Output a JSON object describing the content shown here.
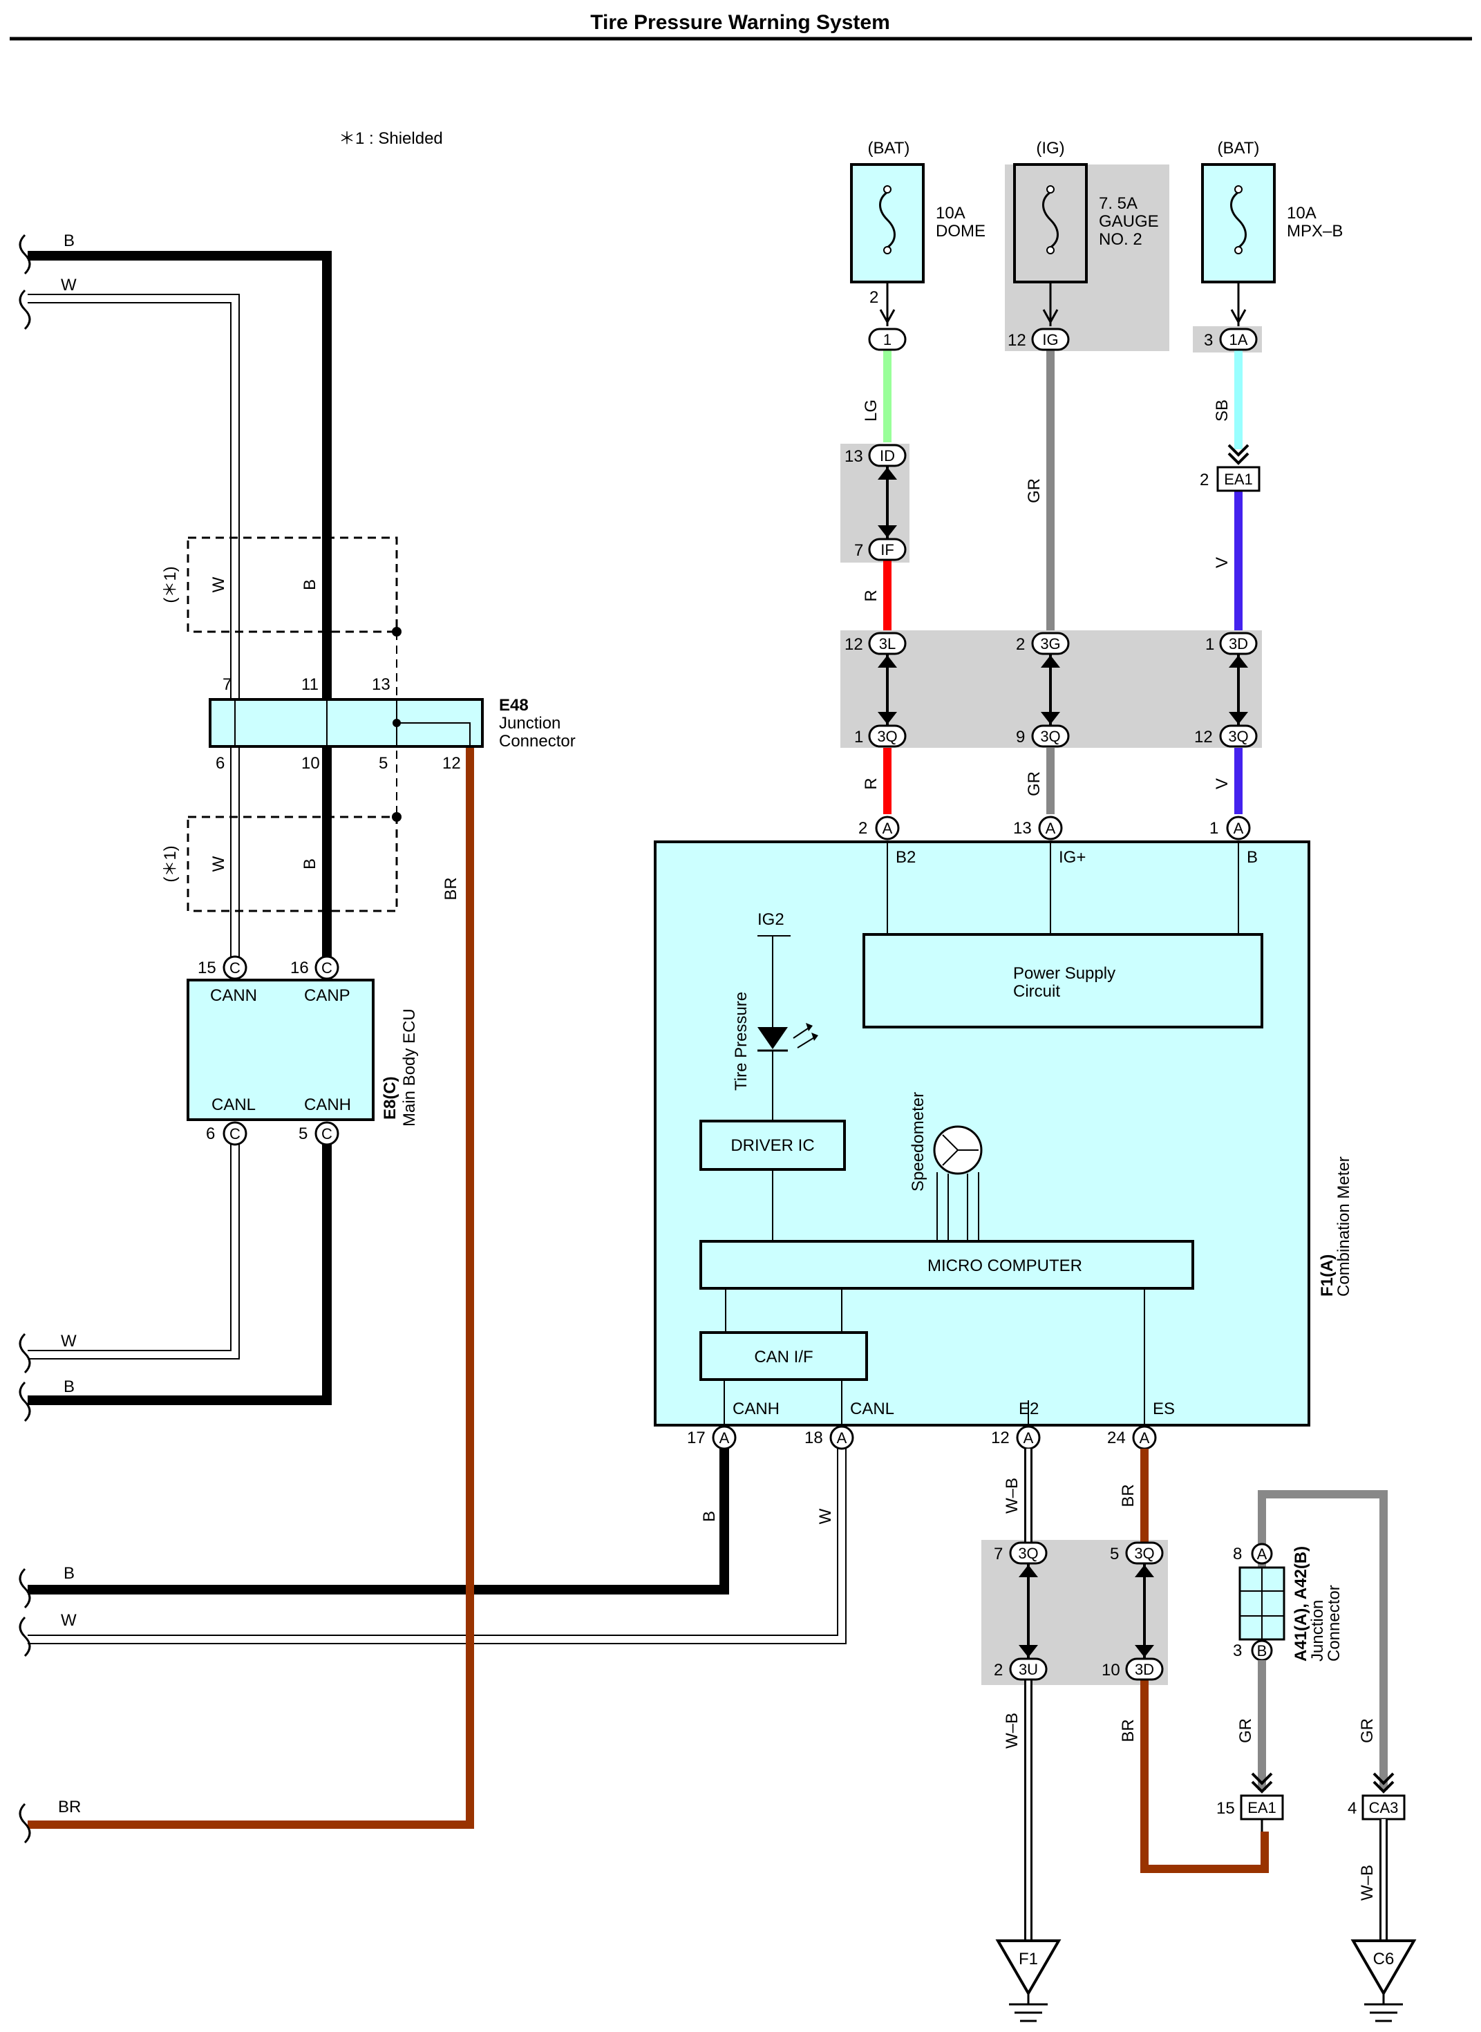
{
  "title": "Tire Pressure Warning System",
  "note": "＊1 : Shielded",
  "colors": {
    "black": "#000000",
    "white": "#ffffff",
    "brown": "#993300",
    "light_green": "#99ff99",
    "red": "#ff0000",
    "gray": "#888888",
    "sky_blue": "#99ffff",
    "violet": "#4422ee",
    "box_fill": "#ccffff",
    "connector_bg": "#d2d2d2"
  },
  "fuses": [
    {
      "supply": "(BAT)",
      "rating": "10A",
      "name": "DOME",
      "pin": "2",
      "connector": "1"
    },
    {
      "supply": "(IG)",
      "rating": "7. 5A",
      "name": "GAUGE",
      "name2": "NO. 2",
      "pin": "12",
      "connector": "IG"
    },
    {
      "supply": "(BAT)",
      "rating": "10A",
      "name": "MPX–B",
      "pin": "3",
      "connector": "1A"
    }
  ],
  "left_wires": {
    "top_b": "B",
    "top_w": "W",
    "mid_w": "W",
    "mid_b": "B",
    "low_b": "B",
    "low_w": "W",
    "br": "BR"
  },
  "shielded": {
    "label": "(＊1)",
    "w": "W",
    "b": "B"
  },
  "e48": {
    "code": "E48",
    "name1": "Junction",
    "name2": "Connector",
    "pins_top": [
      "7",
      "11",
      "13"
    ],
    "pins_bottom": [
      "6",
      "10",
      "5",
      "12"
    ],
    "wire": "BR"
  },
  "e8": {
    "code": "E8(C)",
    "name": "Main Body ECU",
    "pin_canm": "15",
    "pin_canp": "16",
    "pin_canl": "6",
    "pin_canh": "5",
    "conn": "C",
    "canm": "CANN",
    "canp": "CANP",
    "canl": "CANL",
    "canh": "CANH"
  },
  "wires_top": {
    "lg": "LG",
    "r1": "R",
    "r2": "R",
    "gr1": "GR",
    "gr2": "GR",
    "sb": "SB",
    "v1": "V",
    "v2": "V"
  },
  "junctions_top": {
    "id_pin": "13",
    "id": "ID",
    "if_pin": "7",
    "if": "IF",
    "ea1_pin": "2",
    "ea1": "EA1",
    "p3l": "12",
    "c3l": "3L",
    "p3g": "2",
    "c3g": "3G",
    "p3d": "1",
    "c3d": "3D",
    "p3q1": "1",
    "p3q2": "9",
    "p3q3": "12",
    "c3q": "3Q"
  },
  "f1": {
    "code": "F1(A)",
    "name": "Combination Meter",
    "pin_b2": "2",
    "pin_ig": "13",
    "pin_b": "1",
    "conn": "A",
    "b2": "B2",
    "igp": "IG+",
    "b": "B",
    "ig2": "IG2",
    "tire": "Tire Pressure",
    "power1": "Power Supply",
    "power2": "Circuit",
    "driver": "DRIVER IC",
    "speedometer": "Speedometer",
    "micro": "MICRO COMPUTER",
    "canif": "CAN I/F",
    "canh": "CANH",
    "canl": "CANL",
    "e2": "E2",
    "es": "ES",
    "pin_canh": "17",
    "pin_canl": "18",
    "pin_e2": "12",
    "pin_es": "24"
  },
  "bottom": {
    "wb1": "W–B",
    "br1": "BR",
    "b_lbl": "B",
    "w_lbl": "W",
    "p7": "7",
    "p5": "5",
    "c3q": "3Q",
    "p2": "2",
    "c3u": "3U",
    "p10": "10",
    "c3d": "3D",
    "wb2": "W–B",
    "br2": "BR"
  },
  "a41": {
    "code": "A41(A), A42(B)",
    "name1": "Junction",
    "name2": "Connector",
    "p8": "8",
    "ca": "A",
    "p3": "3",
    "cb": "B",
    "gr1": "GR",
    "gr2": "GR",
    "ea1_pin": "15",
    "ea1": "EA1",
    "ca3_pin": "4",
    "ca3": "CA3",
    "wb": "W–B"
  },
  "grounds": {
    "f1": "F1",
    "c6": "C6"
  }
}
